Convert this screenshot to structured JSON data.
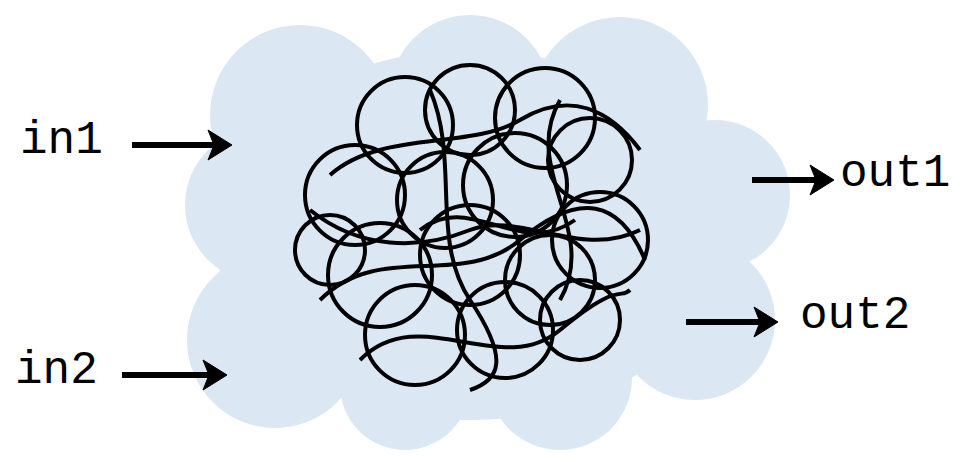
{
  "diagram": {
    "labels": [
      "in1",
      "in2",
      "out1",
      "out2"
    ]
  }
}
